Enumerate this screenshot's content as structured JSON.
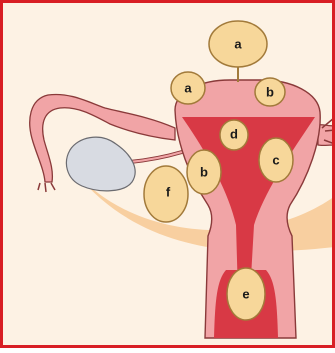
{
  "colors": {
    "frame": "#d81e24",
    "background": "#fdf2e4",
    "peritoneum": "#f8cfa0",
    "uterus": "#f1a4a6",
    "uterus_outline": "#8a3a3a",
    "cavity": "#d83945",
    "ovary": "#d8dbe2",
    "fibroid": "#f7d79a",
    "fibroid_outline": "#a27a3a"
  },
  "labels": {
    "a_top": "a",
    "a_left": "a",
    "b_right": "b",
    "b_left": "b",
    "c": "c",
    "d": "d",
    "e": "e",
    "f": "f"
  }
}
